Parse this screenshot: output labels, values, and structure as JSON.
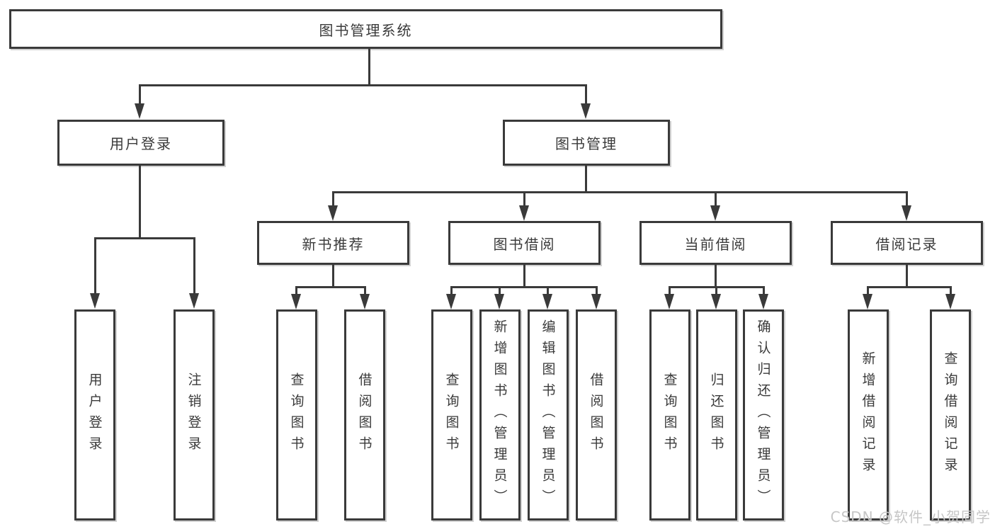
{
  "tree": {
    "label": "图书管理系统",
    "children": [
      {
        "label": "用户登录",
        "children": [
          {
            "label": "用户登录"
          },
          {
            "label": "注销登录"
          }
        ]
      },
      {
        "label": "图书管理",
        "children": [
          {
            "label": "新书推荐",
            "children": [
              {
                "label": "查询图书"
              },
              {
                "label": "借阅图书"
              }
            ]
          },
          {
            "label": "图书借阅",
            "children": [
              {
                "label": "查询图书"
              },
              {
                "label": "新增图书（管理员）"
              },
              {
                "label": "编辑图书（管理员）"
              },
              {
                "label": "借阅图书"
              }
            ]
          },
          {
            "label": "当前借阅",
            "children": [
              {
                "label": "查询图书"
              },
              {
                "label": "归还图书"
              },
              {
                "label": "确认归还（管理员）"
              }
            ]
          },
          {
            "label": "借阅记录",
            "children": [
              {
                "label": "新增借阅记录"
              },
              {
                "label": "查询借阅记录"
              }
            ]
          }
        ]
      }
    ]
  },
  "watermark": "CSDN @软件_小贺同学",
  "colors": {
    "ink": "#3a3a3a",
    "background": "#ffffff",
    "watermark": "#c6c6c6"
  }
}
